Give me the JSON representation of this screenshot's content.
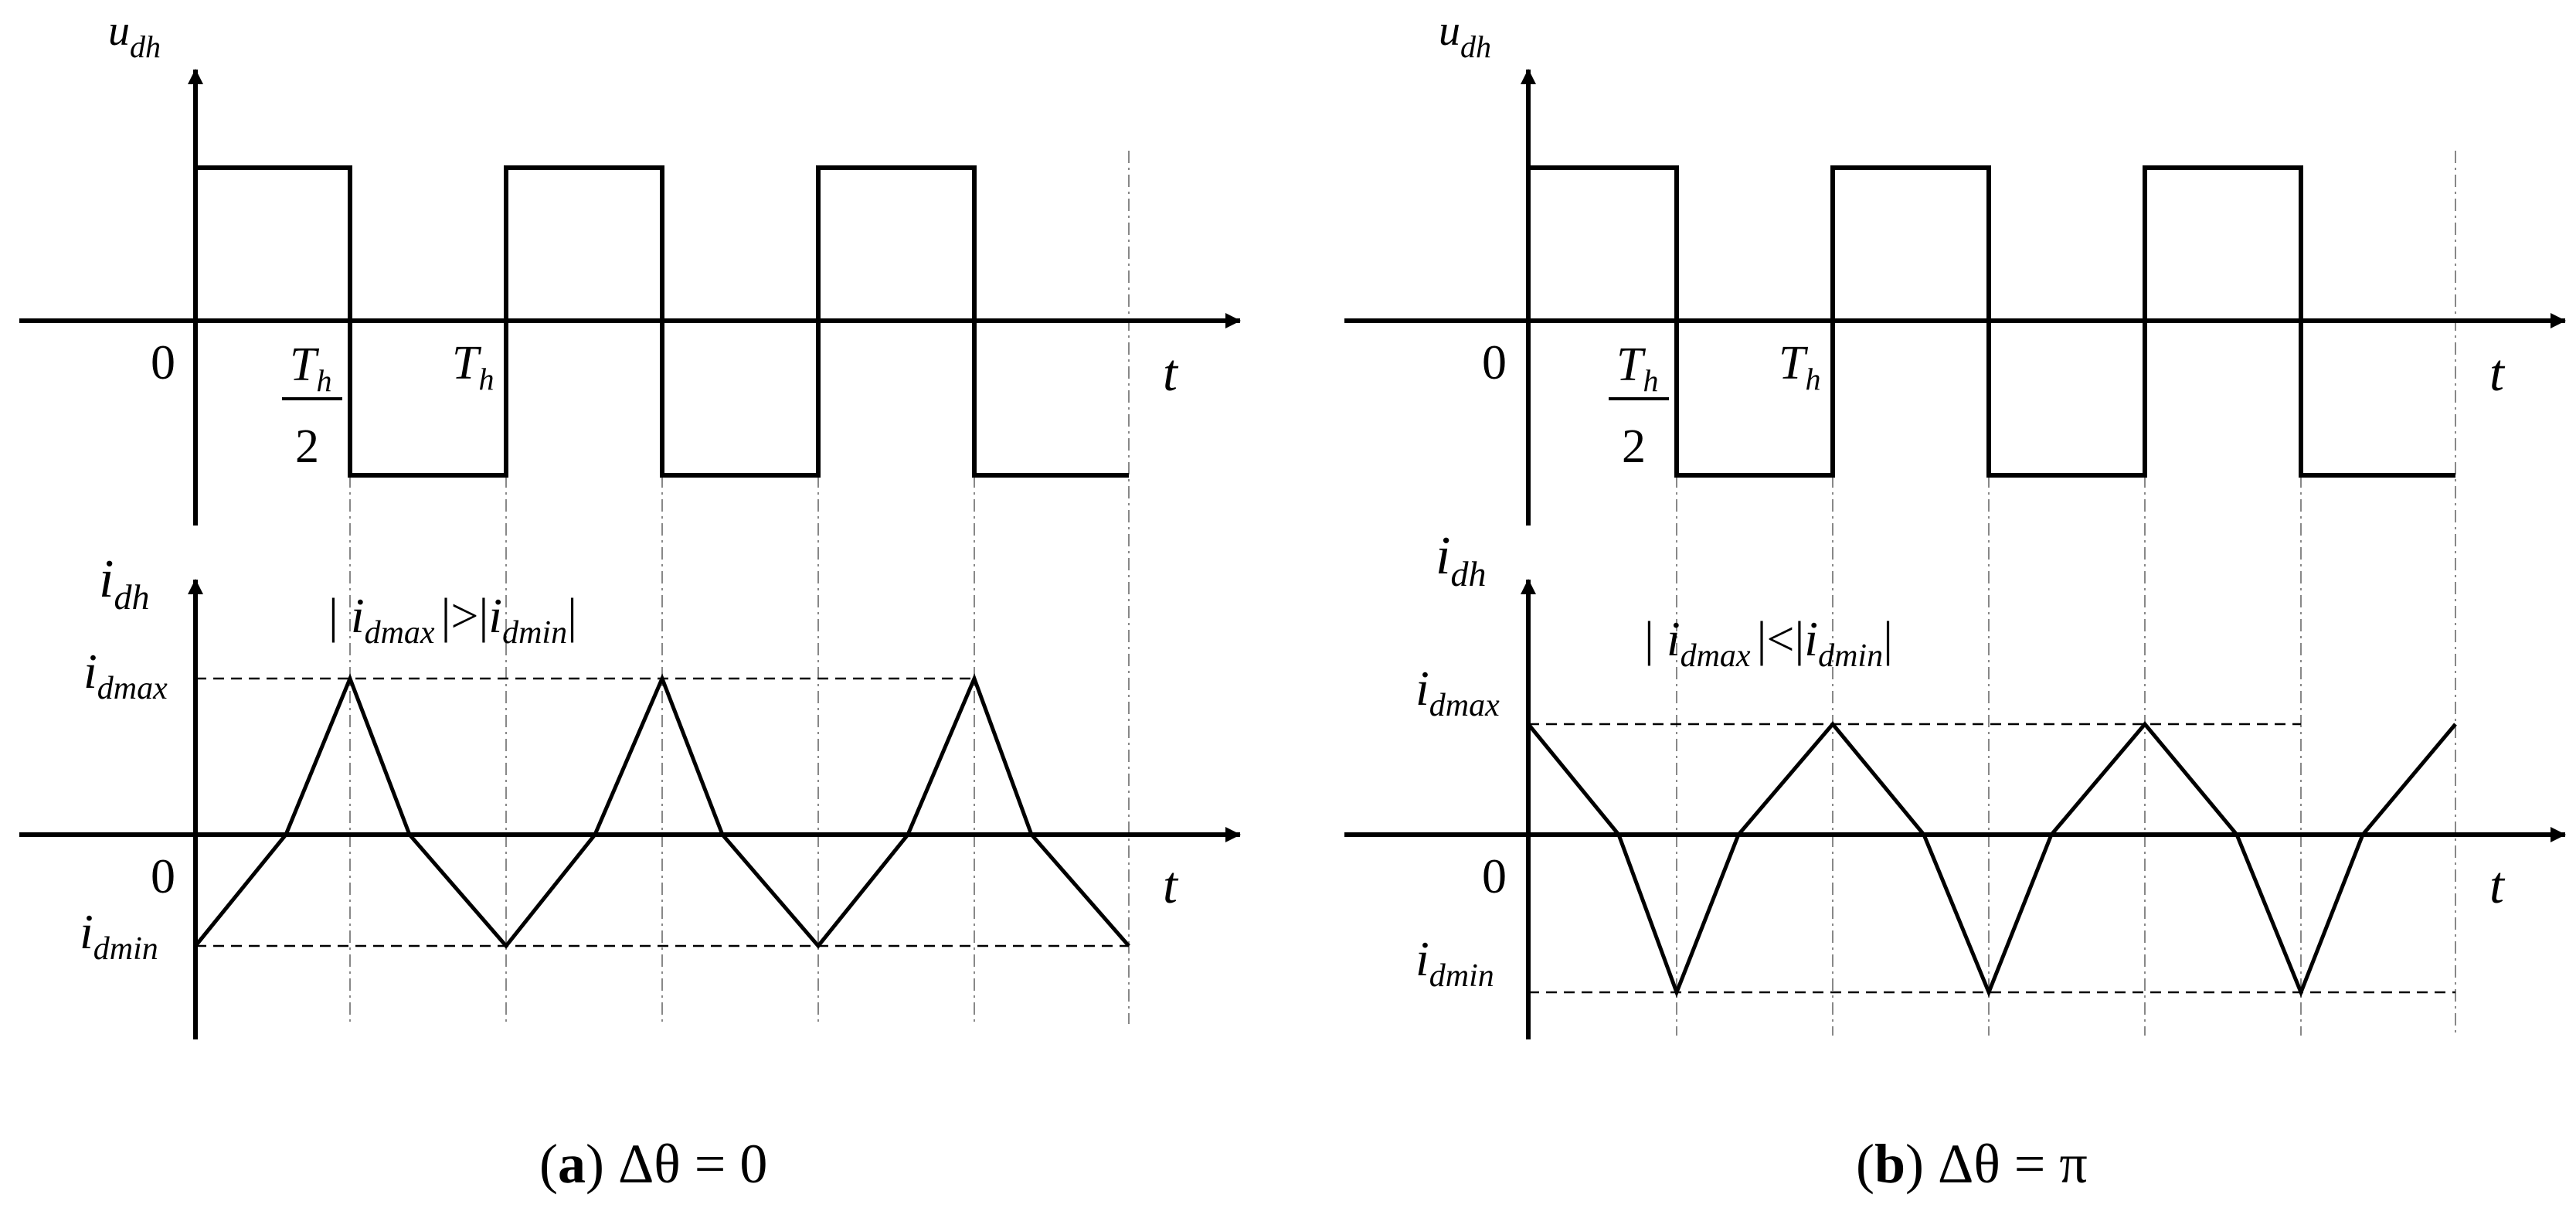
{
  "panels": [
    {
      "id": "a",
      "voltage": {
        "y_axis_label": {
          "main": "u",
          "sub": "dh"
        },
        "x_axis_label": "t",
        "origin_label": "0",
        "half_period_label": {
          "numerator_main": "T",
          "numerator_sub": "h",
          "denominator": "2"
        },
        "period_label": {
          "main": "T",
          "sub": "h"
        }
      },
      "current": {
        "y_axis_label": {
          "main": "i",
          "sub": "dh"
        },
        "x_axis_label": "t",
        "origin_label": "0",
        "max_label": {
          "main": "i",
          "sub": "dmax"
        },
        "min_label": {
          "main": "i",
          "sub": "dmin"
        },
        "relation": {
          "bar1": "|",
          "lhs_main": "i",
          "lhs_sub": "dmax",
          "op": "|>|",
          "rhs_main": "i",
          "rhs_sub": "dmin",
          "bar2": "|"
        }
      },
      "caption": {
        "letter": "a",
        "text": "Δθ = 0"
      }
    },
    {
      "id": "b",
      "voltage": {
        "y_axis_label": {
          "main": "u",
          "sub": "dh"
        },
        "x_axis_label": "t",
        "origin_label": "0",
        "half_period_label": {
          "numerator_main": "T",
          "numerator_sub": "h",
          "denominator": "2"
        },
        "period_label": {
          "main": "T",
          "sub": "h"
        }
      },
      "current": {
        "y_axis_label": {
          "main": "i",
          "sub": "dh"
        },
        "x_axis_label": "t",
        "origin_label": "0",
        "max_label": {
          "main": "i",
          "sub": "dmax"
        },
        "min_label": {
          "main": "i",
          "sub": "dmin"
        },
        "relation": {
          "bar1": "|",
          "lhs_main": "i",
          "lhs_sub": "dmax",
          "op": "|<|",
          "rhs_main": "i",
          "rhs_sub": "dmin",
          "bar2": "|"
        }
      },
      "caption": {
        "letter": "b",
        "text": "Δθ = π"
      }
    }
  ],
  "colors": {
    "stroke": "#000000",
    "guide": "#888888",
    "background": "#ffffff"
  }
}
